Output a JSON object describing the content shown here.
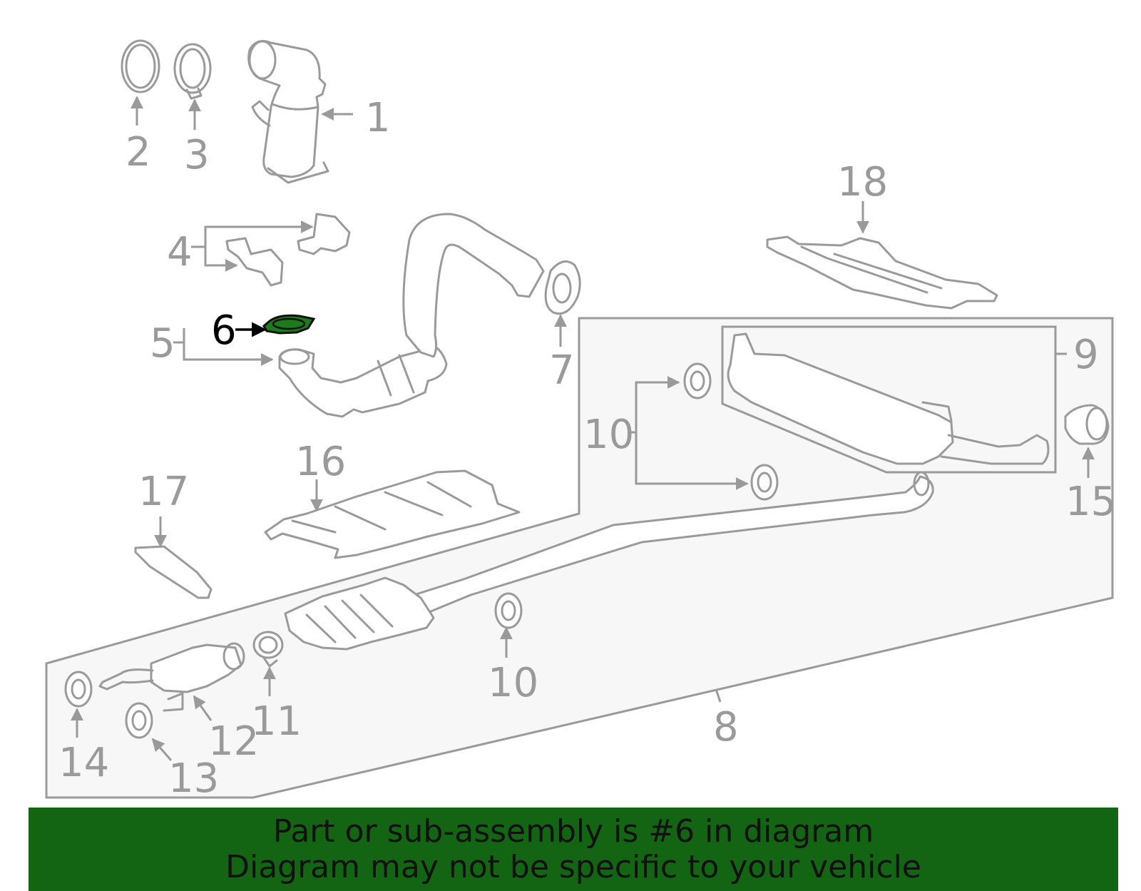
{
  "diagram": {
    "highlighted_part": "6",
    "callouts": {
      "c1": "1",
      "c2": "2",
      "c3": "3",
      "c4": "4",
      "c5": "5",
      "c6": "6",
      "c7": "7",
      "c8": "8",
      "c9": "9",
      "c10a": "10",
      "c10b": "10",
      "c11": "11",
      "c12": "12",
      "c13": "13",
      "c14": "14",
      "c15": "15",
      "c16": "16",
      "c17": "17",
      "c18": "18"
    }
  },
  "banner": {
    "line1": "Part or sub-assembly is #6 in diagram",
    "line2": "Diagram may not be specific to your vehicle"
  },
  "colors": {
    "highlight": "#1d7a1d",
    "banner_bg": "#136413",
    "line_gray": "#9a9a9a"
  }
}
